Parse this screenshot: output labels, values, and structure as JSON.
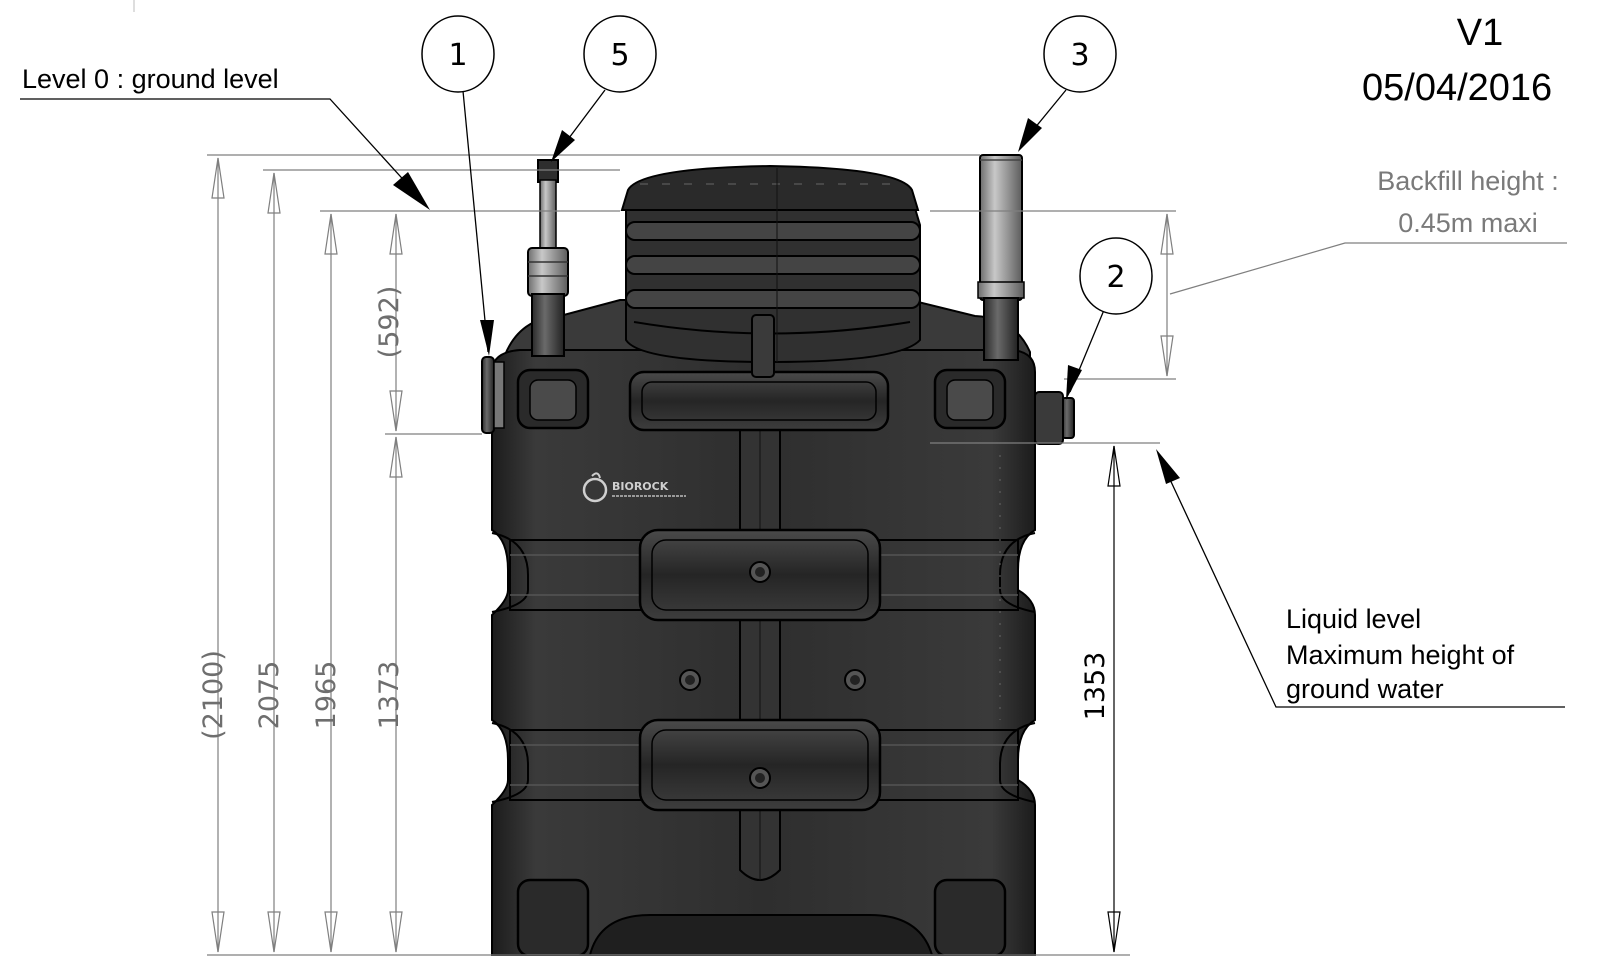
{
  "revision": {
    "version": "V1",
    "date": "05/04/2016"
  },
  "labels": {
    "ground_level": "Level 0 : ground level",
    "backfill_line1": "Backfill height :",
    "backfill_line2": "0.45m maxi",
    "liquid_line1": "Liquid level",
    "liquid_line2": "Maximum height of",
    "liquid_line3": "ground water"
  },
  "balloons": [
    "1",
    "5",
    "3",
    "2"
  ],
  "dimensions": {
    "overall": "2100",
    "d2075": "2075",
    "d1965": "1965",
    "d1373": "1373",
    "d592": "592",
    "d1353": "1353"
  },
  "logo": {
    "brand": "BIOROCK"
  },
  "colors": {
    "line": "#000000",
    "dim_line": "#7f7f7f",
    "dim_text": "#6e6e6e",
    "tank_dark": "#2b2b2b",
    "pipe_grey": "#9a9a9a"
  }
}
